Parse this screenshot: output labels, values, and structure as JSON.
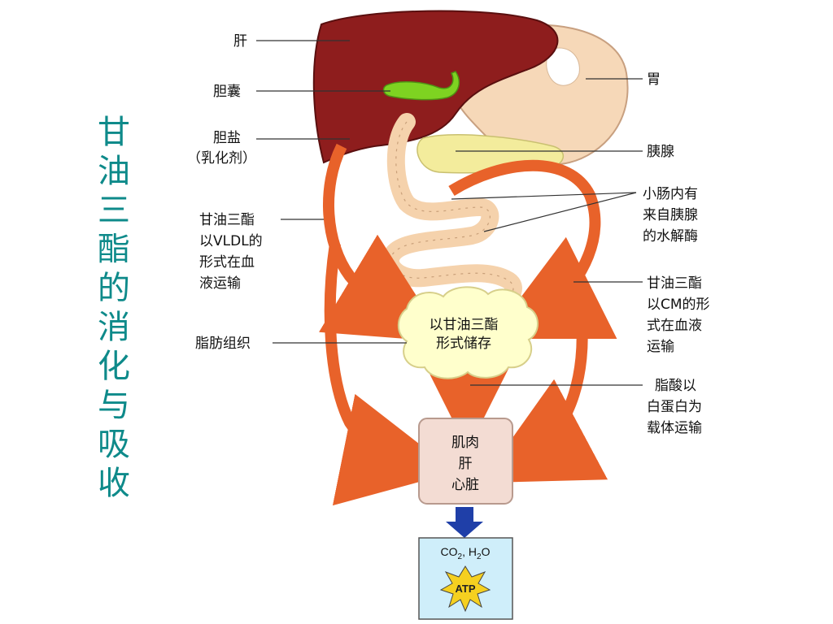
{
  "title": "甘油三酯的消化与吸收",
  "labels": {
    "liver": "肝",
    "gallbladder": "胆囊",
    "bile_salt_1": "胆盐",
    "bile_salt_2": "（乳化剂）",
    "stomach": "胃",
    "pancreas": "胰腺",
    "intestine_1": "小肠内有",
    "intestine_2": "来自胰腺",
    "intestine_3": "的水解酶",
    "vldl_1": "甘油三酯",
    "vldl_2": "以VLDL的",
    "vldl_3": "形式在血",
    "vldl_4": "液运输",
    "cm_1": "甘油三酯",
    "cm_2": "以CM的形",
    "cm_3": "式在血液",
    "cm_4": "运输",
    "adipose": "脂肪组织",
    "fatty_acid_1": "脂酸以",
    "fatty_acid_2": "白蛋白为",
    "fatty_acid_3": "载体运输"
  },
  "storage_box": {
    "line1": "以甘油三酯",
    "line2": "形式储存"
  },
  "tissue_box": {
    "line1": "肌肉",
    "line2": "肝",
    "line3": "心脏"
  },
  "output_box": {
    "co2": "CO",
    "co2_sub": "2",
    "sep": ", H",
    "h2o_sub": "2",
    "h2o_end": "O",
    "atp": "ATP"
  },
  "colors": {
    "title": "#0e8a8a",
    "arrow": "#e8622a",
    "liver": "#8e1d1d",
    "stomach": "#f6d8b8",
    "blue_arrow": "#1f3fa8",
    "output_bg": "#cfeefa",
    "atp_star": "#f5d020"
  }
}
